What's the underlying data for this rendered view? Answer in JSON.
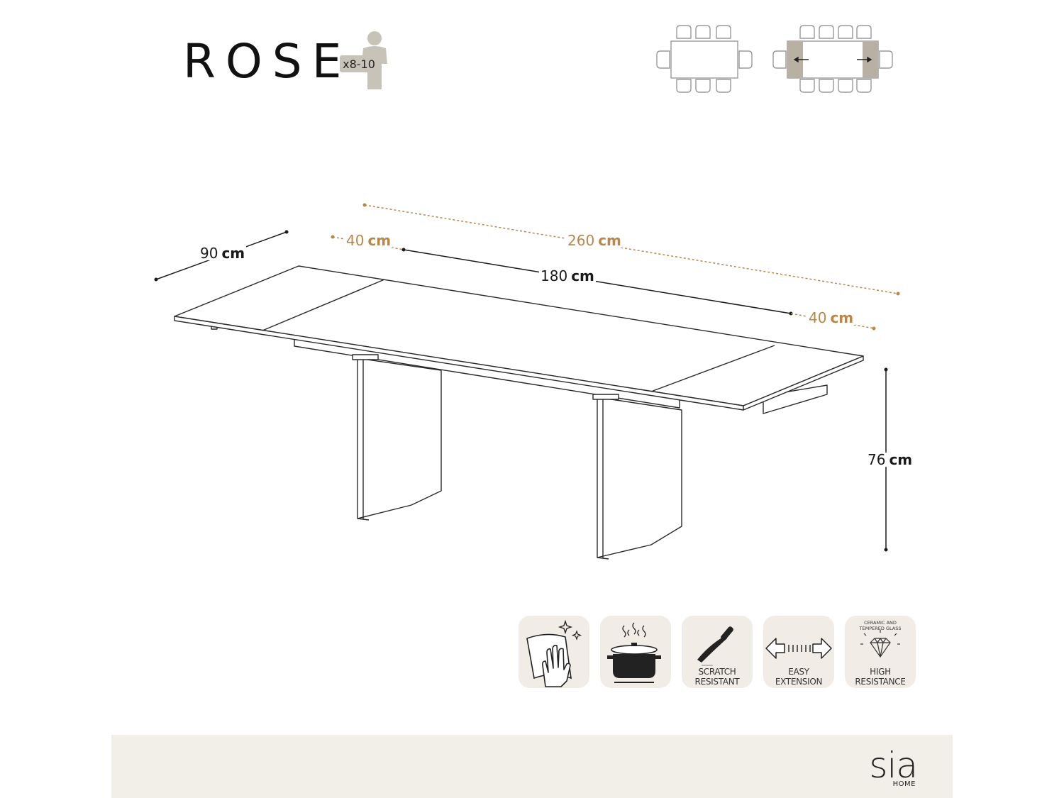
{
  "product": {
    "name": "ROSE",
    "capacity": "x8-10"
  },
  "dimensions": {
    "width": {
      "value": "90",
      "unit": "cm"
    },
    "extension_left": {
      "value": "40",
      "unit": "cm"
    },
    "length_extended": {
      "value": "260",
      "unit": "cm"
    },
    "length_closed": {
      "value": "180",
      "unit": "cm"
    },
    "extension_right": {
      "value": "40",
      "unit": "cm"
    },
    "height": {
      "value": "76",
      "unit": "cm"
    }
  },
  "features": [
    {
      "icon": "wipe-clean-icon",
      "label": ""
    },
    {
      "icon": "hot-pot-icon",
      "label": ""
    },
    {
      "icon": "knife-icon",
      "label": "SCRATCH RESISTANT",
      "line1": "SCRATCH",
      "line2": "RESISTANT"
    },
    {
      "icon": "extension-arrows-icon",
      "label": "EASY EXTENSION",
      "line1": "EASY",
      "line2": "EXTENSION"
    },
    {
      "icon": "diamond-icon",
      "label": "HIGH RESISTANCE",
      "line1": "HIGH",
      "line2": "RESISTANCE",
      "top1": "CERAMIC AND",
      "top2": "TEMPERED GLASS"
    }
  ],
  "brand": {
    "name": "sia",
    "subtitle": "HOME"
  },
  "colors": {
    "accent_gold": "#b8874a",
    "icon_grey": "#c8c3b8",
    "feature_bg": "#f1ede6",
    "footer_bg": "#f2efe9"
  }
}
